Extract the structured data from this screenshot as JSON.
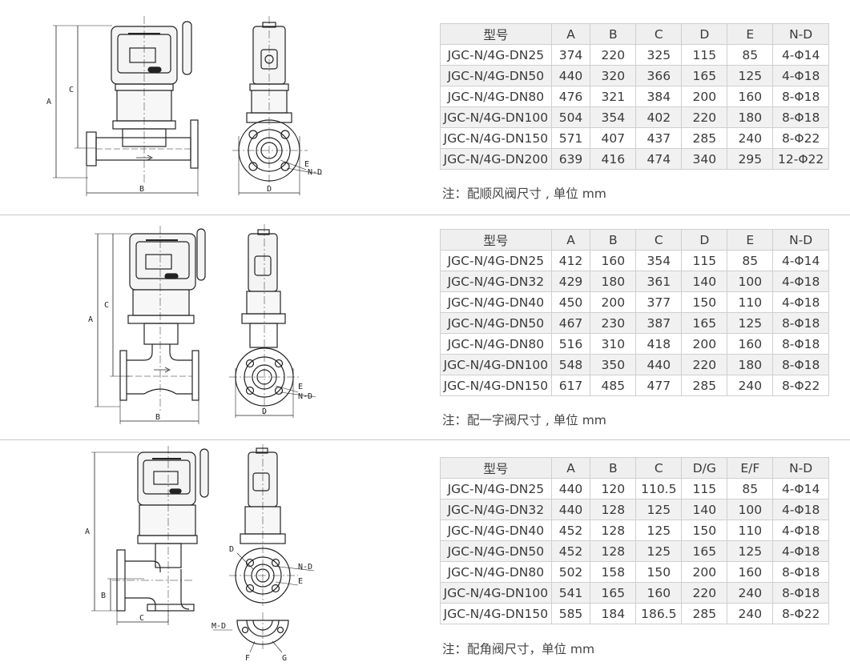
{
  "sections": [
    {
      "drawing_labels": {
        "a": "A",
        "b": "B",
        "c": "C",
        "d": "D",
        "e": "E",
        "nd": "N-D"
      },
      "table": {
        "headers": [
          "型号",
          "A",
          "B",
          "C",
          "D",
          "E",
          "N-D"
        ],
        "rows": [
          [
            "JGC-N/4G-DN25",
            "374",
            "220",
            "325",
            "115",
            "85",
            "4-Φ14"
          ],
          [
            "JGC-N/4G-DN50",
            "440",
            "320",
            "366",
            "165",
            "125",
            "4-Φ18"
          ],
          [
            "JGC-N/4G-DN80",
            "476",
            "321",
            "384",
            "200",
            "160",
            "8-Φ18"
          ],
          [
            "JGC-N/4G-DN100",
            "504",
            "354",
            "402",
            "220",
            "180",
            "8-Φ18"
          ],
          [
            "JGC-N/4G-DN150",
            "571",
            "407",
            "437",
            "285",
            "240",
            "8-Φ22"
          ],
          [
            "JGC-N/4G-DN200",
            "639",
            "416",
            "474",
            "340",
            "295",
            "12-Φ22"
          ]
        ]
      },
      "note": "注：配顺风阀尺寸 , 单位 mm"
    },
    {
      "drawing_labels": {
        "a": "A",
        "b": "B",
        "c": "C",
        "d": "D",
        "e": "E",
        "nd": "N-D"
      },
      "table": {
        "headers": [
          "型号",
          "A",
          "B",
          "C",
          "D",
          "E",
          "N-D"
        ],
        "rows": [
          [
            "JGC-N/4G-DN25",
            "412",
            "160",
            "354",
            "115",
            "85",
            "4-Φ14"
          ],
          [
            "JGC-N/4G-DN32",
            "429",
            "180",
            "361",
            "140",
            "100",
            "4-Φ18"
          ],
          [
            "JGC-N/4G-DN40",
            "450",
            "200",
            "377",
            "150",
            "110",
            "4-Φ18"
          ],
          [
            "JGC-N/4G-DN50",
            "467",
            "230",
            "387",
            "165",
            "125",
            "8-Φ18"
          ],
          [
            "JGC-N/4G-DN80",
            "516",
            "310",
            "418",
            "200",
            "160",
            "8-Φ18"
          ],
          [
            "JGC-N/4G-DN100",
            "548",
            "350",
            "440",
            "220",
            "180",
            "8-Φ18"
          ],
          [
            "JGC-N/4G-DN150",
            "617",
            "485",
            "477",
            "285",
            "240",
            "8-Φ22"
          ]
        ]
      },
      "note": "注：配一字阀尺寸 , 单位 mm"
    },
    {
      "drawing_labels": {
        "a": "A",
        "b": "B",
        "c": "C",
        "d": "D",
        "e": "E",
        "nd": "N-D",
        "md": "M-D",
        "f": "F",
        "g": "G"
      },
      "table": {
        "headers": [
          "型号",
          "A",
          "B",
          "C",
          "D/G",
          "E/F",
          "N-D"
        ],
        "rows": [
          [
            "JGC-N/4G-DN25",
            "440",
            "120",
            "110.5",
            "115",
            "85",
            "4-Φ14"
          ],
          [
            "JGC-N/4G-DN32",
            "440",
            "128",
            "125",
            "140",
            "100",
            "4-Φ18"
          ],
          [
            "JGC-N/4G-DN40",
            "452",
            "128",
            "125",
            "150",
            "110",
            "4-Φ18"
          ],
          [
            "JGC-N/4G-DN50",
            "452",
            "128",
            "125",
            "165",
            "125",
            "4-Φ18"
          ],
          [
            "JGC-N/4G-DN80",
            "502",
            "158",
            "150",
            "200",
            "160",
            "8-Φ18"
          ],
          [
            "JGC-N/4G-DN100",
            "541",
            "165",
            "160",
            "220",
            "240",
            "8-Φ18"
          ],
          [
            "JGC-N/4G-DN150",
            "585",
            "184",
            "186.5",
            "285",
            "240",
            "8-Φ22"
          ]
        ]
      },
      "note": "注：配角阀尺寸，单位 mm"
    }
  ]
}
